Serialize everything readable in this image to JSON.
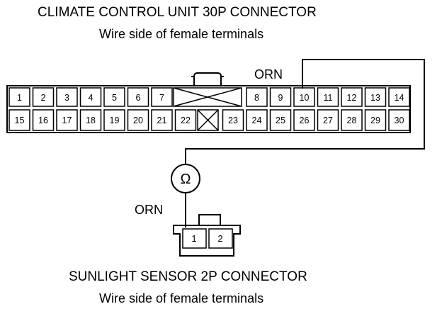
{
  "top_connector": {
    "title": "CLIMATE CONTROL UNIT 30P CONNECTOR",
    "subtitle": "Wire side of female terminals",
    "row1": [
      "1",
      "2",
      "3",
      "4",
      "5",
      "6",
      "7",
      "8",
      "9",
      "10",
      "11",
      "12",
      "13",
      "14"
    ],
    "row2": [
      "15",
      "16",
      "17",
      "18",
      "19",
      "20",
      "21",
      "22",
      "23",
      "24",
      "25",
      "26",
      "27",
      "28",
      "29",
      "30"
    ]
  },
  "bottom_connector": {
    "title": "SUNLIGHT SENSOR 2P CONNECTOR",
    "subtitle": "Wire side of female terminals",
    "pins": [
      "1",
      "2"
    ]
  },
  "wire_label_top": "ORN",
  "wire_label_bottom": "ORN",
  "meter_symbol": "Ω"
}
